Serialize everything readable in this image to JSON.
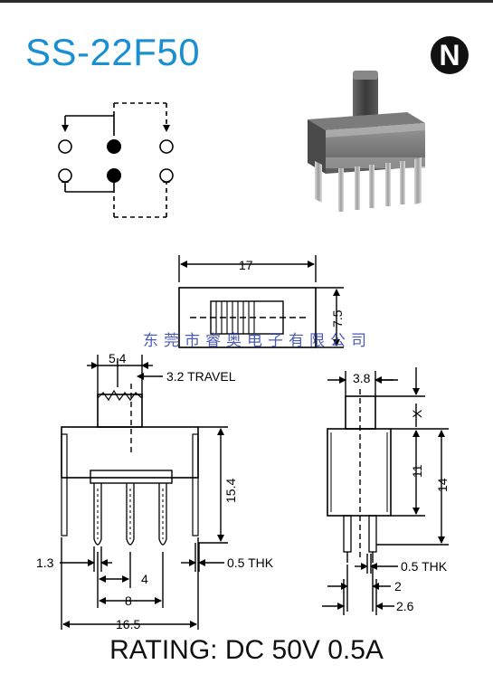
{
  "header": {
    "title": "SS-22F50",
    "logo_letter": "N"
  },
  "top_view": {
    "width_label": "17",
    "height_label": "7.5"
  },
  "front_view": {
    "actuator_width_label": "5.4",
    "travel_label": "3.2 TRAVEL",
    "height_label": "15.4",
    "pin_width_label": "1.3",
    "thickness_label": "0.5 THK",
    "pitch_label": "4",
    "span_label": "8",
    "body_width_label": "16.5"
  },
  "side_view": {
    "actuator_label": "3.8",
    "x_label": "X",
    "body_label": "11",
    "total_label": "14",
    "thickness_label": "0.5 THK",
    "lead_label": "2",
    "span_label": "2.6"
  },
  "watermark": "东莞市睿奥电子有限公司",
  "footer": {
    "rating": "RATING: DC 50V 0.5A"
  }
}
